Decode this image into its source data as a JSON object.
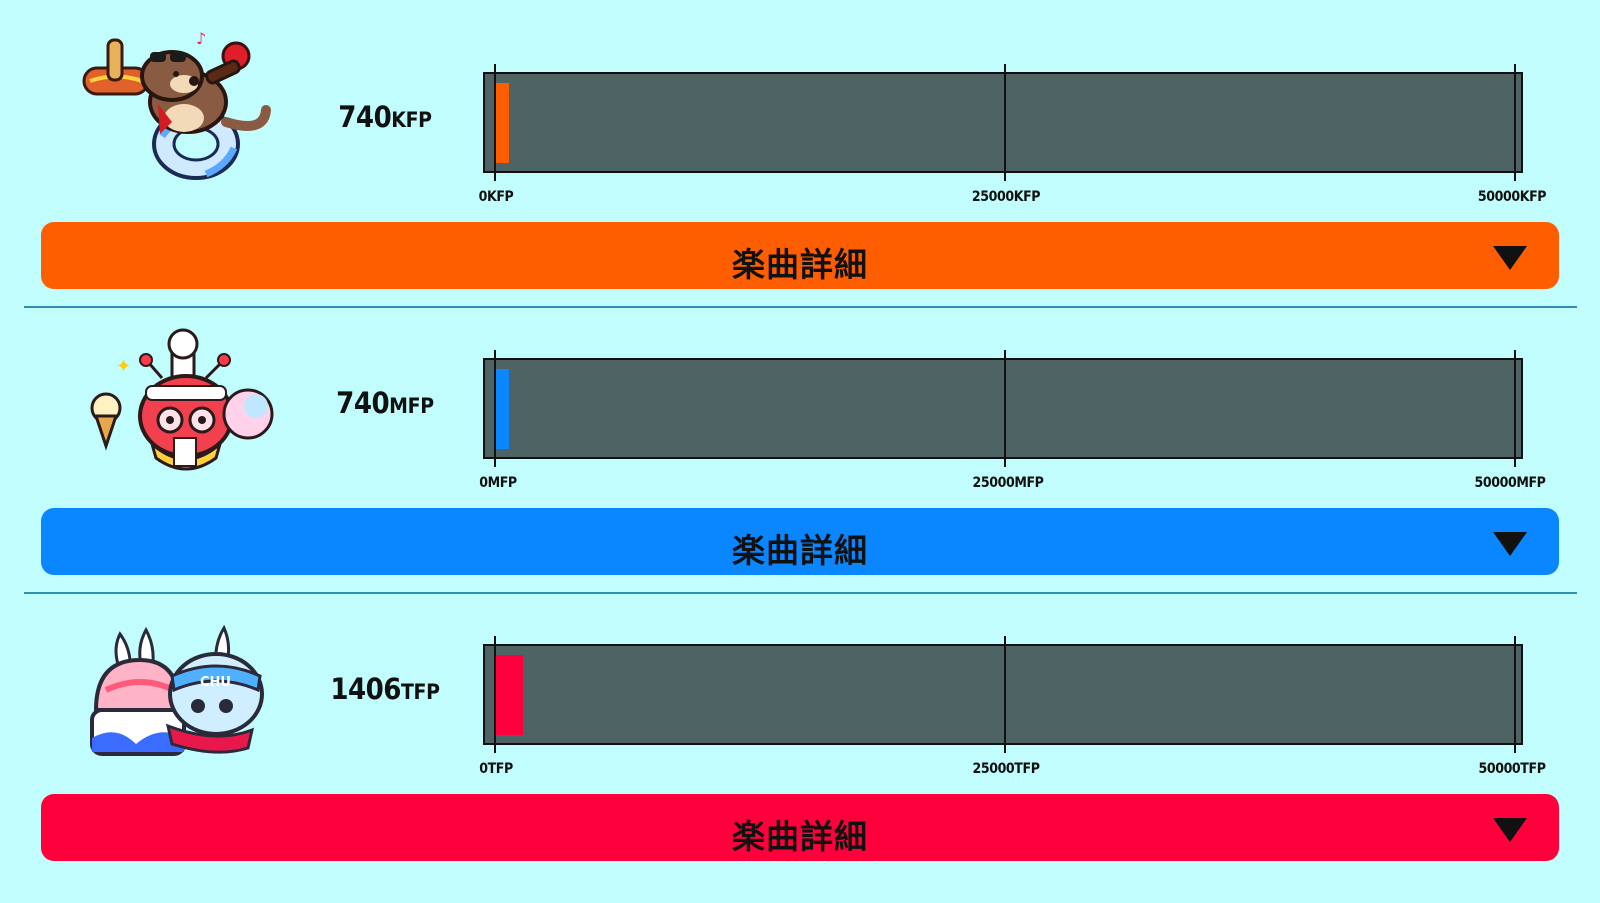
{
  "scale_max": 50000,
  "rows": [
    {
      "mascot": "dog-mascot-with-hotdog-and-candy-apple",
      "score_value": "740",
      "score_unit": "KFP",
      "progress_value": 740,
      "ticks": [
        "0KFP",
        "25000KFP",
        "50000KFP"
      ],
      "button_label": "楽曲詳細",
      "accent_color": "#ff5e00",
      "chevron_icon": "triangle-down-icon"
    },
    {
      "mascot": "octopus-chef-mascot-with-cotton-candy",
      "score_value": "740",
      "score_unit": "MFP",
      "progress_value": 740,
      "ticks": [
        "0MFP",
        "25000MFP",
        "50000MFP"
      ],
      "button_label": "楽曲詳細",
      "accent_color": "#0a87ff",
      "chevron_icon": "triangle-down-icon"
    },
    {
      "mascot": "rabbit-mascot-with-shaved-ice",
      "score_value": "1406",
      "score_unit": "TFP",
      "progress_value": 1406,
      "ticks": [
        "0TFP",
        "25000TFP",
        "50000TFP"
      ],
      "button_label": "楽曲詳細",
      "accent_color": "#ff003c",
      "chevron_icon": "triangle-down-icon"
    }
  ]
}
